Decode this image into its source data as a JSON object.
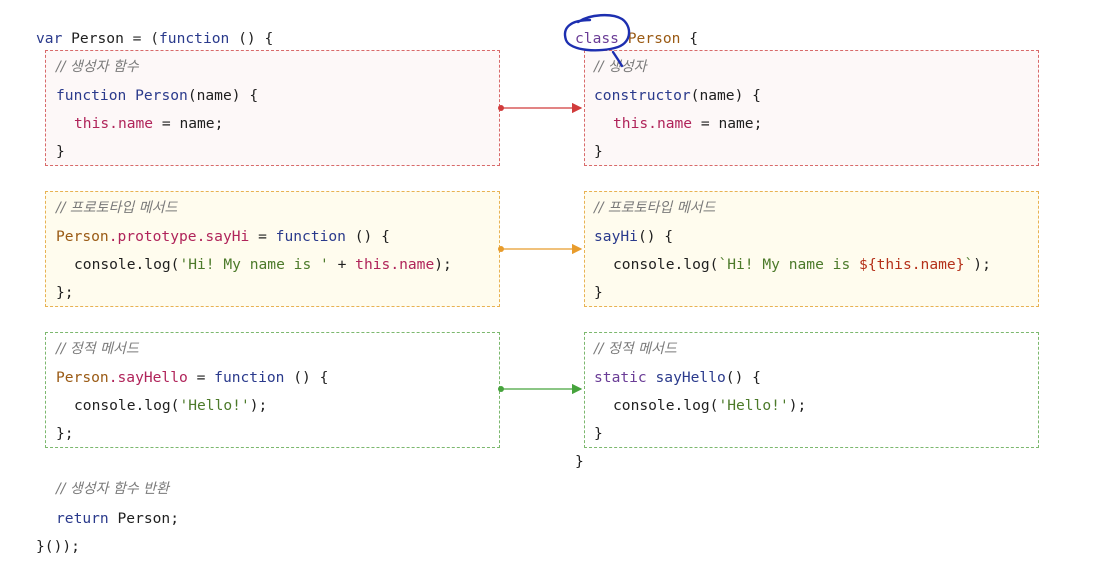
{
  "left": {
    "header_kw": "var",
    "header_name": " Person ",
    "header_eq": "= (",
    "header_fn": "function",
    "header_tail": " () {",
    "ctor": {
      "comment": "// 생성자 함수",
      "l1_kw": "function",
      "l1_name": " Person",
      "l1_tail": "(name) {",
      "l2_this": "this",
      "l2_dot_name": ".name",
      "l2_tail": " = name;",
      "l3": "}"
    },
    "proto": {
      "comment": "// 프로토타입 메서드",
      "l1_obj": "Person",
      "l1_dot_proto": ".prototype",
      "l1_dot_say": ".sayHi",
      "l1_eq": " = ",
      "l1_fn": "function",
      "l1_tail": " () {",
      "l2_console": "console.log(",
      "l2_str": "'Hi! My name is '",
      "l2_plus": " + ",
      "l2_this": "this",
      "l2_dot_name": ".name",
      "l2_tail": ");",
      "l3": "};"
    },
    "static": {
      "comment": "// 정적 메서드",
      "l1_obj": "Person",
      "l1_dot_say": ".sayHello",
      "l1_eq": " = ",
      "l1_fn": "function",
      "l1_tail": " () {",
      "l2_console": "console.log(",
      "l2_str": "'Hello!'",
      "l2_tail": ");",
      "l3": "};"
    },
    "ret_comment": "// 생성자 함수 반환",
    "ret_kw": "return",
    "ret_tail": " Person;",
    "end": "}());"
  },
  "right": {
    "header_kw": "class",
    "header_name": " Person",
    "header_tail": " {",
    "ctor": {
      "comment": "// 생성자",
      "l1_name": "constructor",
      "l1_tail": "(name) {",
      "l2_this": "this",
      "l2_dot_name": ".name",
      "l2_tail": " = name;",
      "l3": "}"
    },
    "proto": {
      "comment": "// 프로토타입 메서드",
      "l1_name": "sayHi",
      "l1_tail": "() {",
      "l2_console": "console.log(",
      "l2_tmpl_a": "`Hi! My name is ",
      "l2_tmpl_open": "${",
      "l2_this": "this",
      "l2_dot_name": ".name",
      "l2_tmpl_close": "}",
      "l2_tmpl_b": "`",
      "l2_tail": ");",
      "l3": "}"
    },
    "static": {
      "comment": "// 정적 메서드",
      "l1_kw": "static",
      "l1_name": " sayHello",
      "l1_tail": "() {",
      "l2_console": "console.log(",
      "l2_str": "'Hello!'",
      "l2_tail": ");",
      "l3": "}"
    },
    "end": "}"
  },
  "colors": {
    "constructor_arrow": "#d13b3b",
    "prototype_arrow": "#e89c2c",
    "static_arrow": "#46a33c",
    "highlight_circle": "#1d2fb0"
  }
}
